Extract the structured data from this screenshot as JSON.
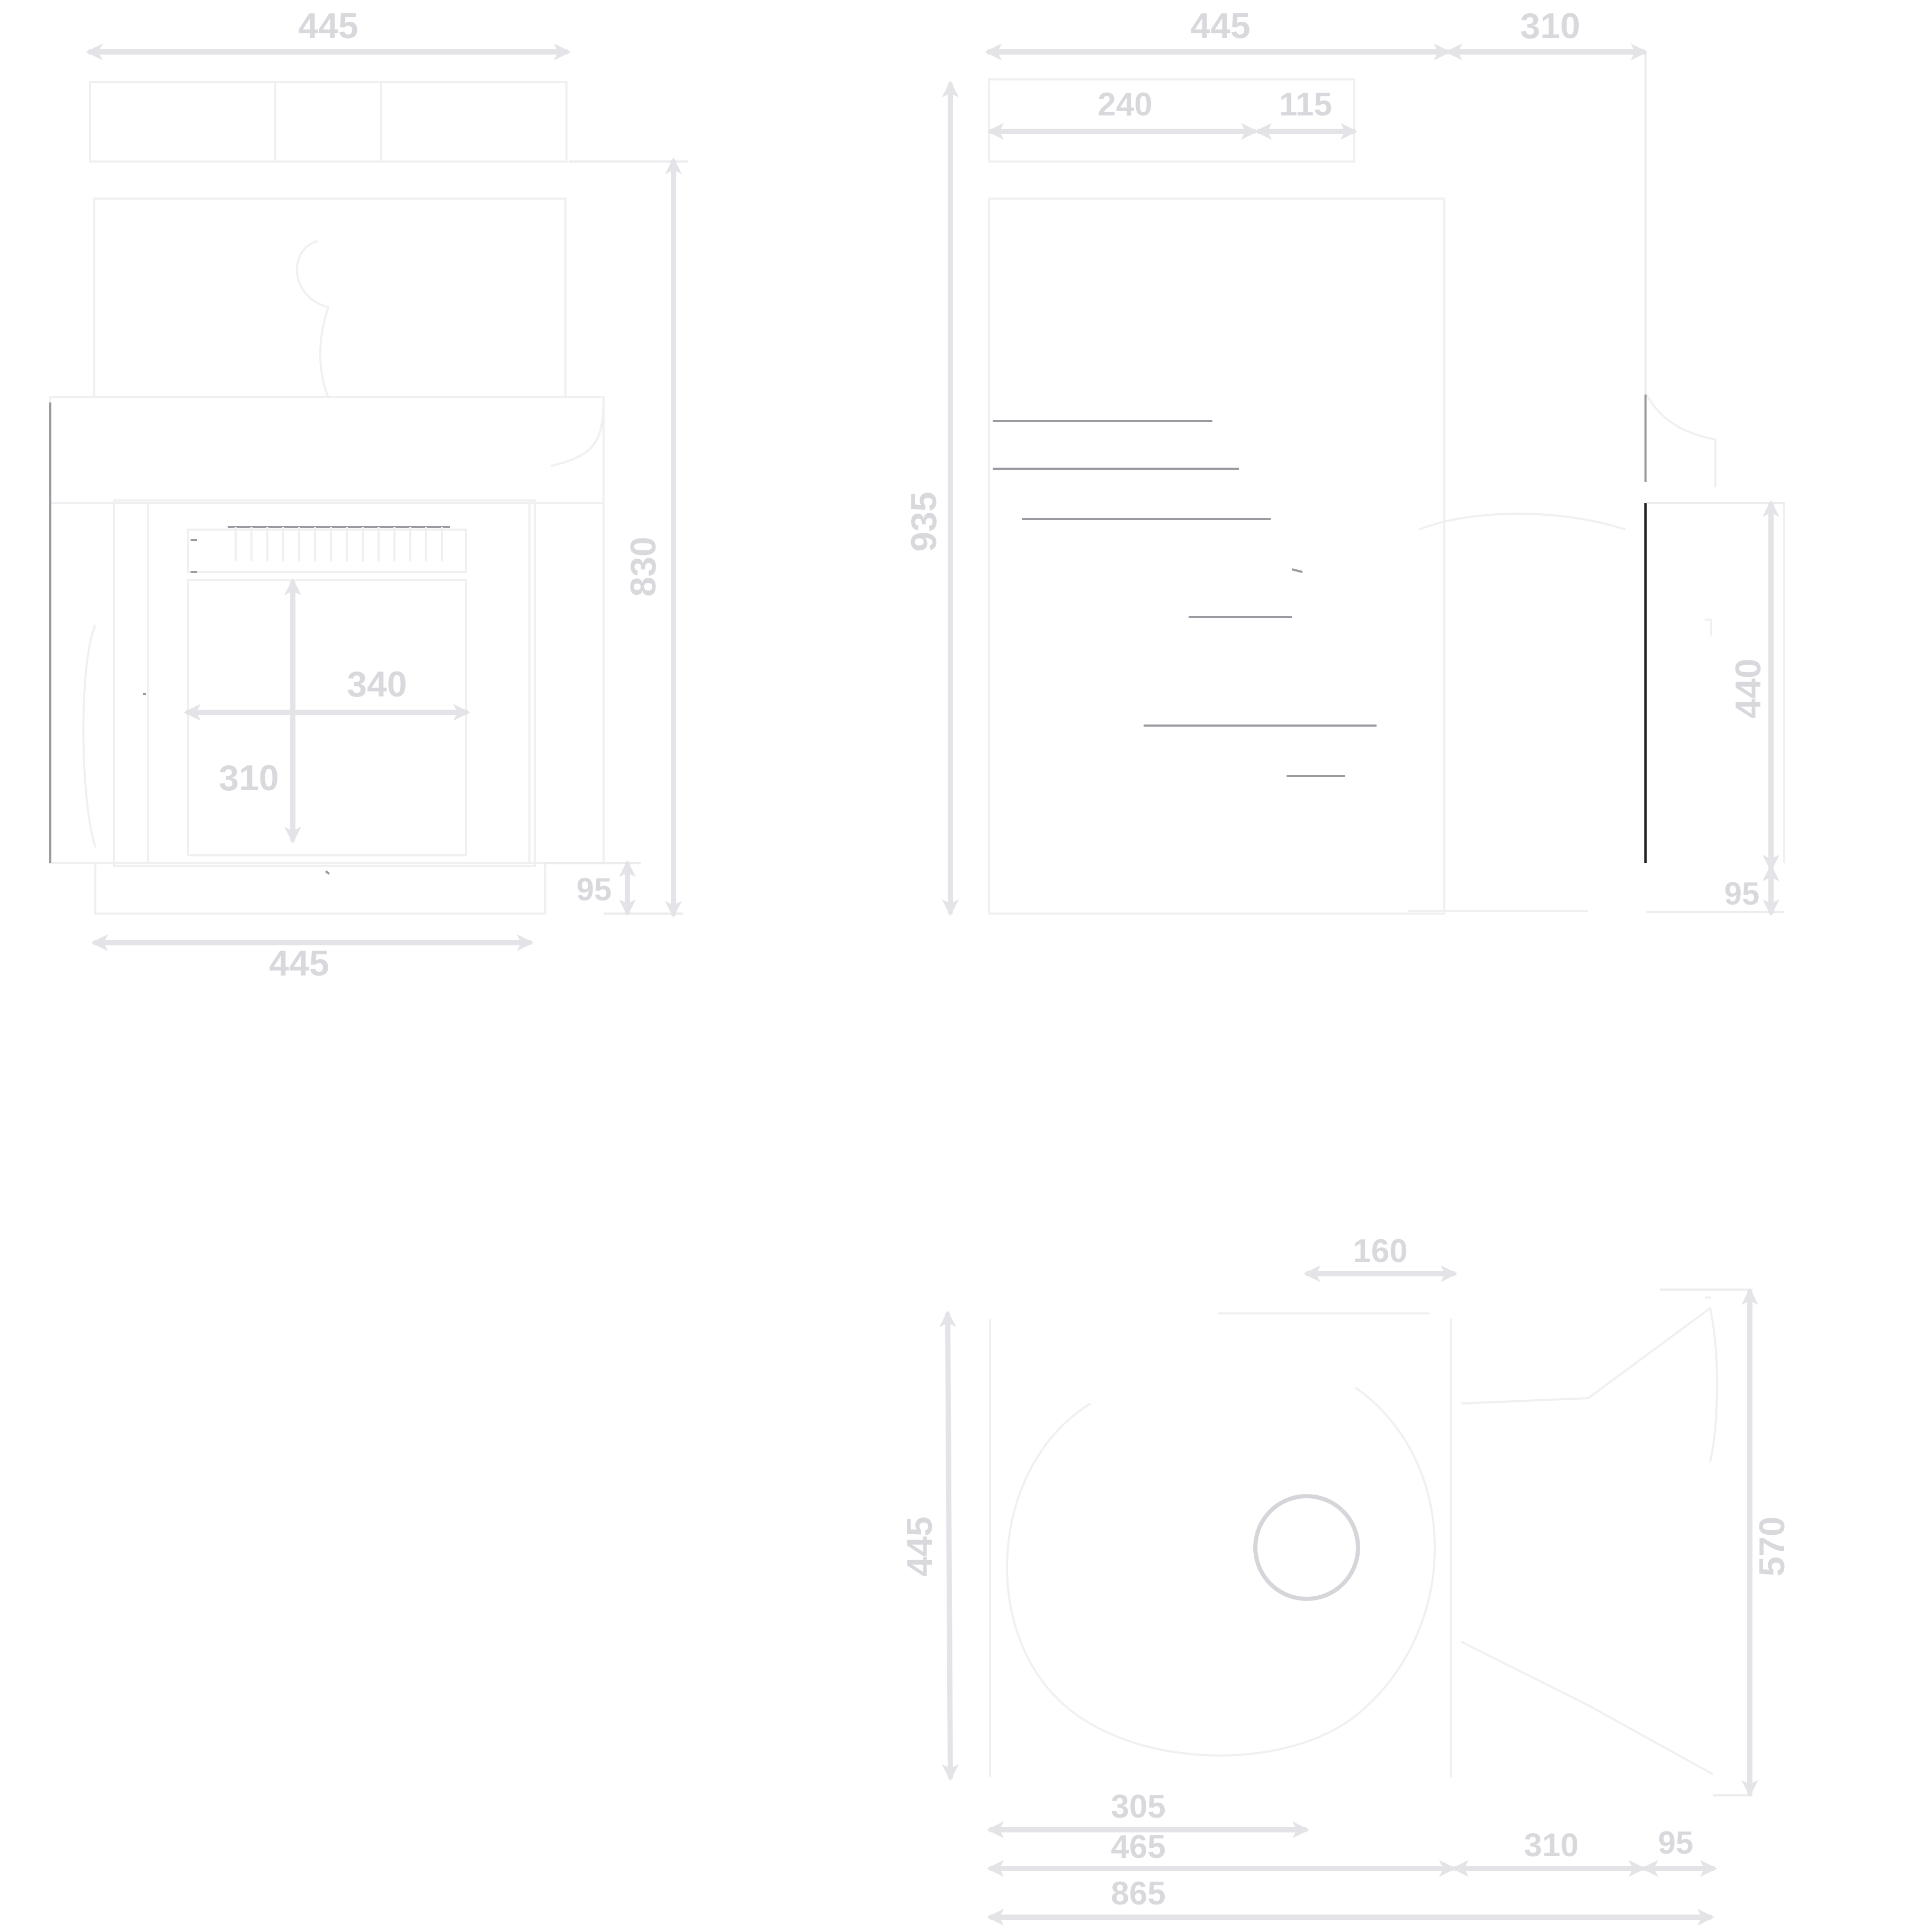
{
  "drawing": {
    "front_view": {
      "top_width": "445",
      "total_height": "830",
      "firebox_width": "340",
      "firebox_height": "310",
      "base_height": "95",
      "base_width": "445"
    },
    "side_view": {
      "top_width": "445",
      "depth": "310",
      "outlet_front": "240",
      "outlet_diameter": "115",
      "total_height": "935",
      "rear_height": "440",
      "base_height": "95"
    },
    "plan_view": {
      "outlet_width": "160",
      "body_depth": "445",
      "total_depth": "570",
      "outlet_offset": "305",
      "body_width": "465",
      "side_width": "310",
      "rear_offset": "95",
      "overall_width": "865"
    }
  }
}
